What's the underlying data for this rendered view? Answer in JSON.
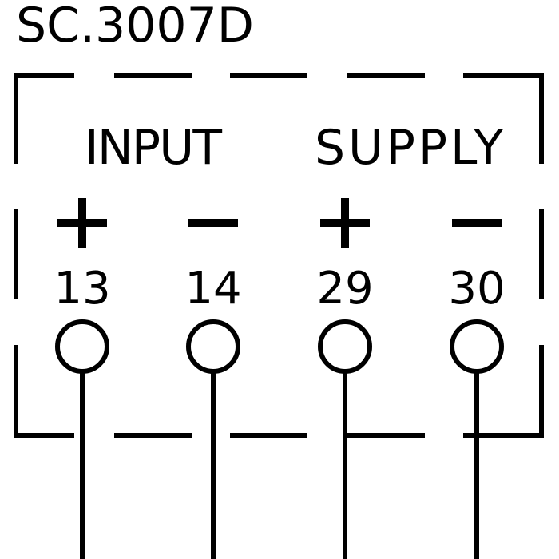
{
  "title": "SC.3007D",
  "groups": {
    "input": "INPUT",
    "supply": "SUPPLY"
  },
  "terminals": [
    {
      "number": "13",
      "polarity": "+"
    },
    {
      "number": "14",
      "polarity": "−"
    },
    {
      "number": "29",
      "polarity": "+"
    },
    {
      "number": "30",
      "polarity": "−"
    }
  ],
  "colors": {
    "line": "#000000",
    "background": "#ffffff"
  }
}
